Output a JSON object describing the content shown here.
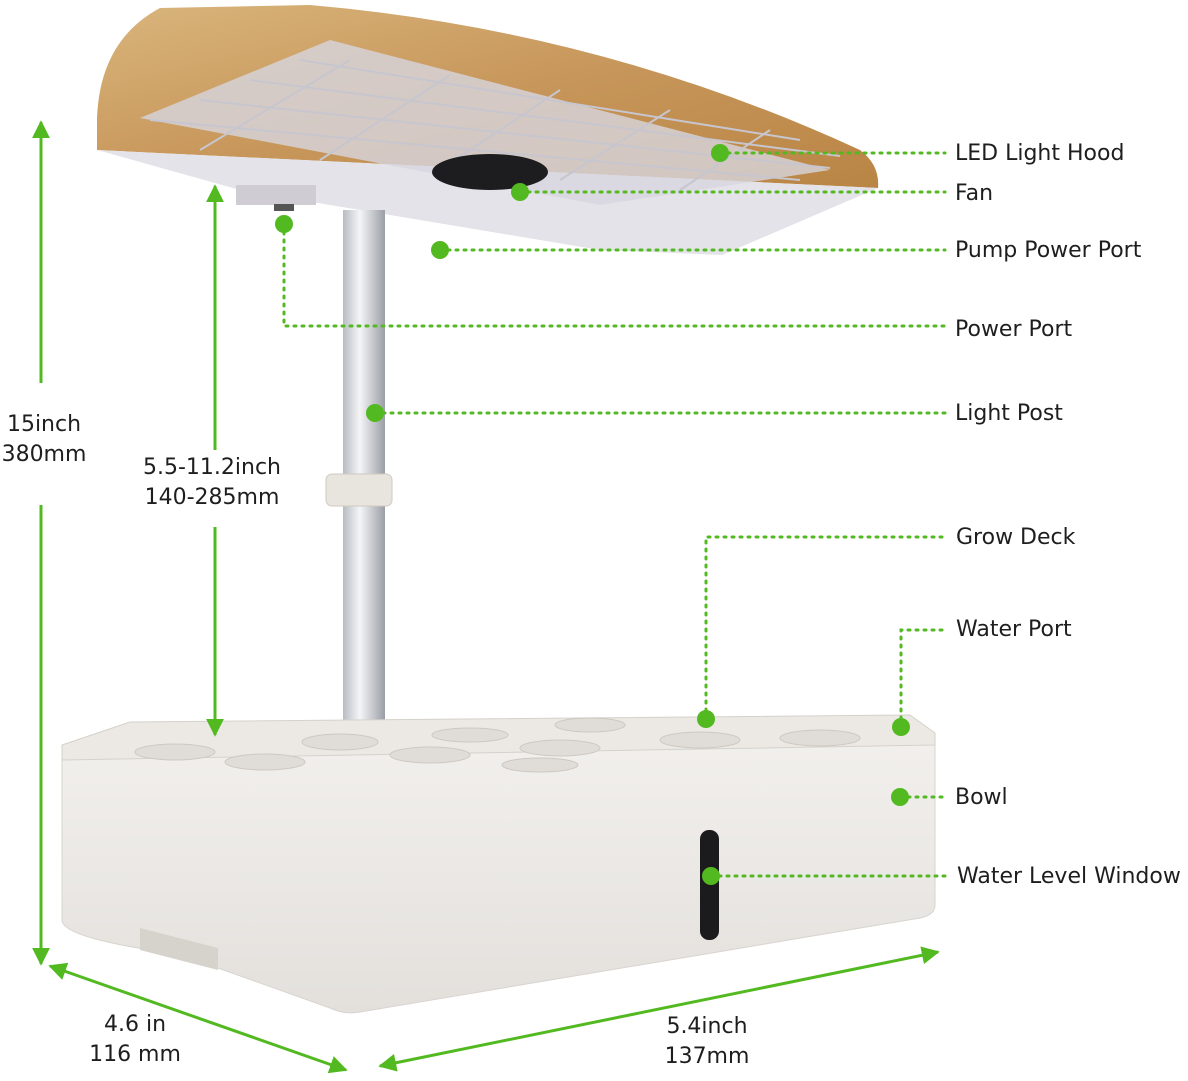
{
  "colors": {
    "accent": "#52b920",
    "wood": "#c99a5b",
    "body": "#ebe8e4"
  },
  "callouts": [
    {
      "label": "LED Light Hood"
    },
    {
      "label": "Fan"
    },
    {
      "label": "Pump Power Port"
    },
    {
      "label": "Power Port"
    },
    {
      "label": "Light Post"
    },
    {
      "label": "Grow Deck"
    },
    {
      "label": "Water Port"
    },
    {
      "label": "Bowl"
    },
    {
      "label": "Water Level Window"
    }
  ],
  "dimensions": {
    "height_total": {
      "line1": "15inch",
      "line2": "380mm"
    },
    "post_height": {
      "line1": "5.5-11.2inch",
      "line2": "140-285mm"
    },
    "depth": {
      "line1": "4.6 in",
      "line2": "116 mm"
    },
    "width": {
      "line1": "5.4inch",
      "line2": "137mm"
    }
  }
}
